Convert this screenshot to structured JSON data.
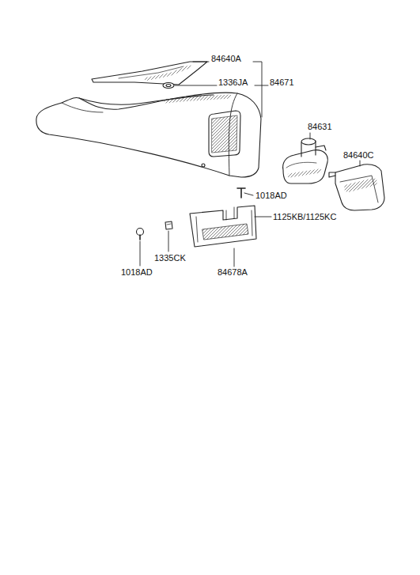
{
  "diagram": {
    "labels": [
      "84640A",
      "1336JA",
      "84671",
      "84631",
      "84640C",
      "1018AD",
      "1125KB/1125KC",
      "1018AD",
      "1335CK",
      "84678A"
    ]
  }
}
